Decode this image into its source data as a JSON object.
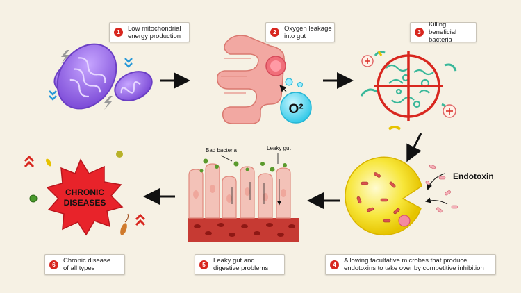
{
  "steps": [
    {
      "number": "1",
      "text": "Low mitochondrial\nenergy production"
    },
    {
      "number": "2",
      "text": "Oxygen leakage\ninto gut"
    },
    {
      "number": "3",
      "text": "Killing beneficial\nbacteria"
    },
    {
      "number": "4",
      "text": "Allowing facultative microbes that produce\nendotoxins to take over by competitive inhibition"
    },
    {
      "number": "5",
      "text": "Leaky gut and\ndigestive problems"
    },
    {
      "number": "6",
      "text": "Chronic disease\nof all types"
    }
  ],
  "labels": {
    "o2": "O²",
    "endotoxin": "Endotoxin",
    "bad_bacteria": "Bad bacteria",
    "leaky_gut": "Leaky gut",
    "chronic_line1": "CHRONIC",
    "chronic_line2": "DISEASES"
  },
  "colors": {
    "accent_red": "#d8271f",
    "background": "#f6f1e4",
    "mitochondria": "#8f5fe0",
    "gut": "#f2a8a2",
    "oxygen": "#4fd8f0",
    "microbe_green": "#39b89a",
    "endotoxin_yellow": "#f4d800",
    "villi_pink": "#f3c2b8",
    "blood_red": "#b5211c",
    "disease_red": "#e8232a"
  },
  "icons": [
    "mitochondria-icon",
    "intestine-icon",
    "oxygen-bubble-icon",
    "bacteria-crosshair-icon",
    "endotoxin-cell-icon",
    "intestinal-villi-icon",
    "chronic-disease-burst-icon",
    "arrow-icon",
    "lightning-icon",
    "chevron-icon"
  ]
}
